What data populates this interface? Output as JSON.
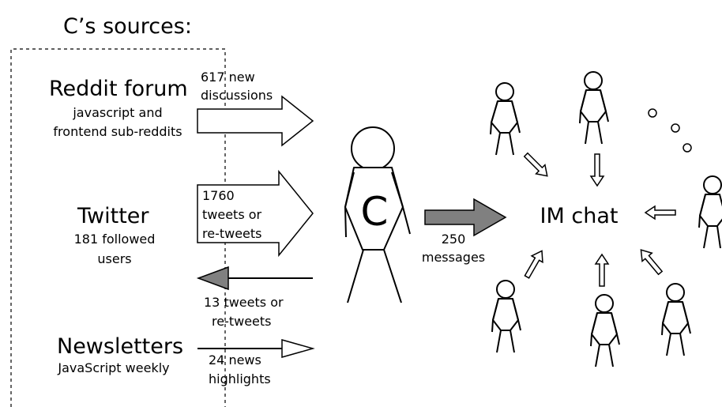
{
  "title": "C’s sources:",
  "sources": {
    "reddit": {
      "name": "Reddit forum",
      "desc_line1": "javascript and",
      "desc_line2": "frontend sub-reddits",
      "flow_line1": "617 new",
      "flow_line2": "discussions"
    },
    "twitter": {
      "name": "Twitter",
      "desc_line1": "181 followed",
      "desc_line2": "users",
      "in_line1": "1760",
      "in_line2": "tweets or",
      "in_line3": "re-tweets",
      "out_line1": "13 tweets or",
      "out_line2": "re-tweets"
    },
    "newsletters": {
      "name": "Newsletters",
      "desc_line1": "JavaScript weekly",
      "flow_line1": "24 news",
      "flow_line2": "highlights"
    }
  },
  "center": {
    "label": "C"
  },
  "output": {
    "count_line1": "250",
    "count_line2": "messages",
    "target": "IM chat"
  },
  "colors": {
    "stroke": "#000000",
    "gray_arrow": "#808080",
    "background": "#ffffff"
  }
}
